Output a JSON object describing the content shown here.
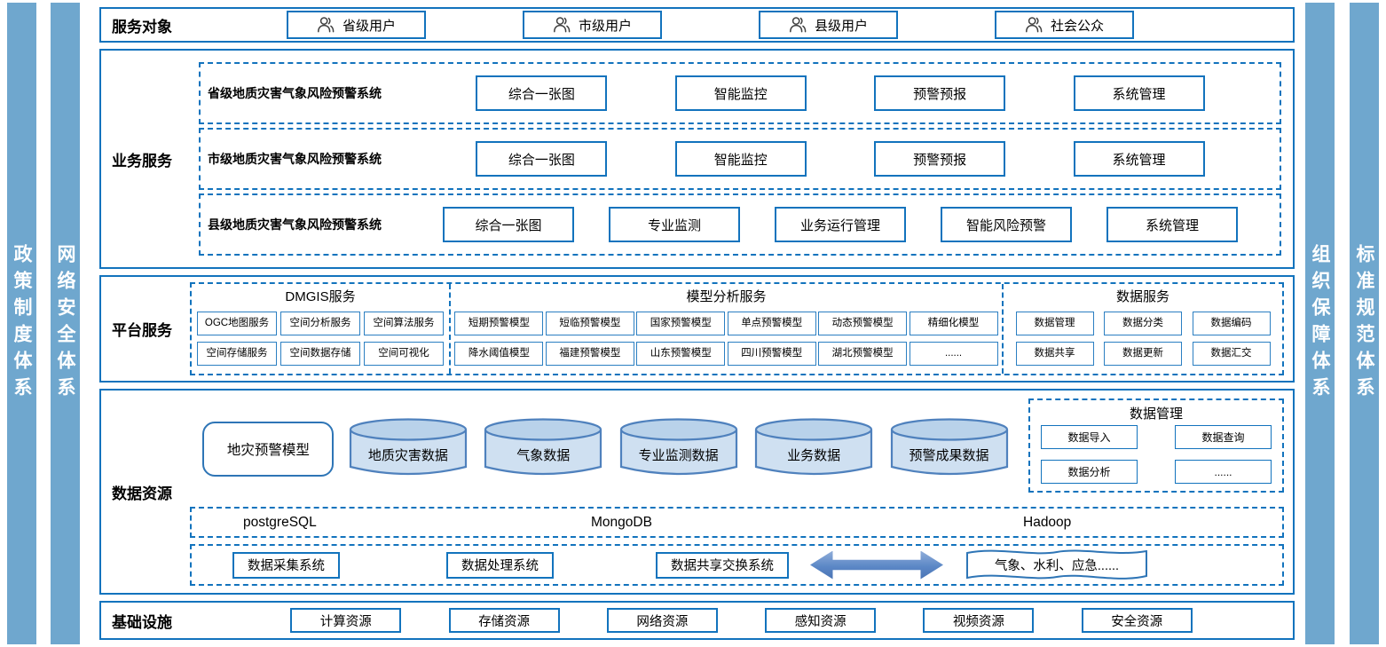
{
  "colors": {
    "accent": "#1273bd",
    "bar_fill": "#6fa7ce",
    "cylinder_fill": "#cfe0f1",
    "cylinder_top_fill": "#b9d2ea",
    "cylinder_stroke": "#4f81bd",
    "arrow_fill": "#5b87c6",
    "box_border_light": "#2b7fc2"
  },
  "side_bars": {
    "left": [
      "政策制度体系",
      "网络安全体系"
    ],
    "right": [
      "组织保障体系",
      "标准规范体系"
    ]
  },
  "service_targets": {
    "label": "服务对象",
    "items": [
      "省级用户",
      "市级用户",
      "县级用户",
      "社会公众"
    ]
  },
  "business_services": {
    "label": "业务服务",
    "systems": [
      {
        "name": "省级地质灾害气象风险预警系统",
        "modules": [
          "综合一张图",
          "智能监控",
          "预警预报",
          "系统管理"
        ]
      },
      {
        "name": "市级地质灾害气象风险预警系统",
        "modules": [
          "综合一张图",
          "智能监控",
          "预警预报",
          "系统管理"
        ]
      },
      {
        "name": "县级地质灾害气象风险预警系统",
        "modules": [
          "综合一张图",
          "专业监测",
          "业务运行管理",
          "智能风险预警",
          "系统管理"
        ]
      }
    ]
  },
  "platform_services": {
    "label": "平台服务",
    "groups": [
      {
        "title": "DMGIS服务",
        "rows": [
          [
            "OGC地图服务",
            "空间分析服务",
            "空间算法服务"
          ],
          [
            "空间存储服务",
            "空间数据存储",
            "空间可视化"
          ]
        ]
      },
      {
        "title": "模型分析服务",
        "rows": [
          [
            "短期预警模型",
            "短临预警模型",
            "国家预警模型",
            "单点预警模型",
            "动态预警模型",
            "精细化模型"
          ],
          [
            "降水阈值模型",
            "福建预警模型",
            "山东预警模型",
            "四川预警模型",
            "湖北预警模型",
            "......"
          ]
        ]
      },
      {
        "title": "数据服务",
        "rows": [
          [
            "数据管理",
            "数据分类",
            "数据编码"
          ],
          [
            "数据共享",
            "数据更新",
            "数据汇交"
          ]
        ]
      }
    ]
  },
  "data_resources": {
    "label": "数据资源",
    "model_box": "地灾预警模型",
    "cylinders": [
      "地质灾害数据",
      "气象数据",
      "专业监测数据",
      "业务数据",
      "预警成果数据"
    ],
    "data_management": {
      "title": "数据管理",
      "items": [
        "数据导入",
        "数据查询",
        "数据分析",
        "......"
      ]
    },
    "databases": [
      "postgreSQL",
      "MongoDB",
      "Hadoop"
    ],
    "systems": [
      "数据采集系统",
      "数据处理系统",
      "数据共享交换系统"
    ],
    "external_systems": "气象、水利、应急......"
  },
  "infrastructure": {
    "label": "基础设施",
    "items": [
      "计算资源",
      "存储资源",
      "网络资源",
      "感知资源",
      "视频资源",
      "安全资源"
    ]
  }
}
